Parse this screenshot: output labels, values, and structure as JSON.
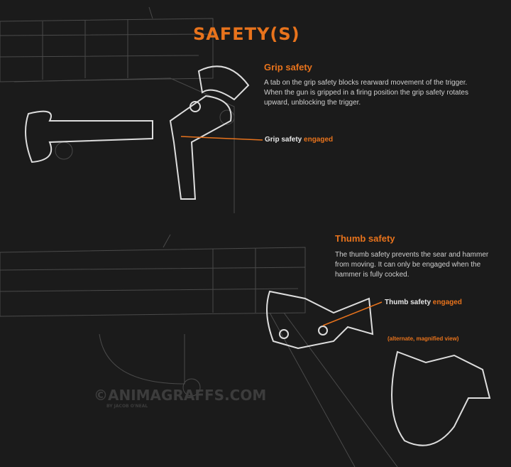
{
  "title": "SAFETY(S)",
  "grip": {
    "heading": "Grip safety",
    "text": "A tab on the grip safety blocks rearward movement of the trigger. When the gun is gripped in a firing position the grip safety rotates upward, unblocking the trigger.",
    "label": "Grip safety",
    "label_state": "engaged"
  },
  "thumb": {
    "heading": "Thumb safety",
    "text": "The thumb safety prevents the sear and hammer from moving. It can only be engaged when the hammer is fully cocked.",
    "label": "Thumb safety",
    "label_state": "engaged",
    "alt_note": "(alternate, magnified view)"
  },
  "watermark": {
    "site": "©ANIMAGRAFFS.COM",
    "byline": "BY JACOB O'NEAL"
  },
  "colors": {
    "accent": "#e8731c",
    "background": "#1b1b1b",
    "text": "#cfcfcf"
  }
}
